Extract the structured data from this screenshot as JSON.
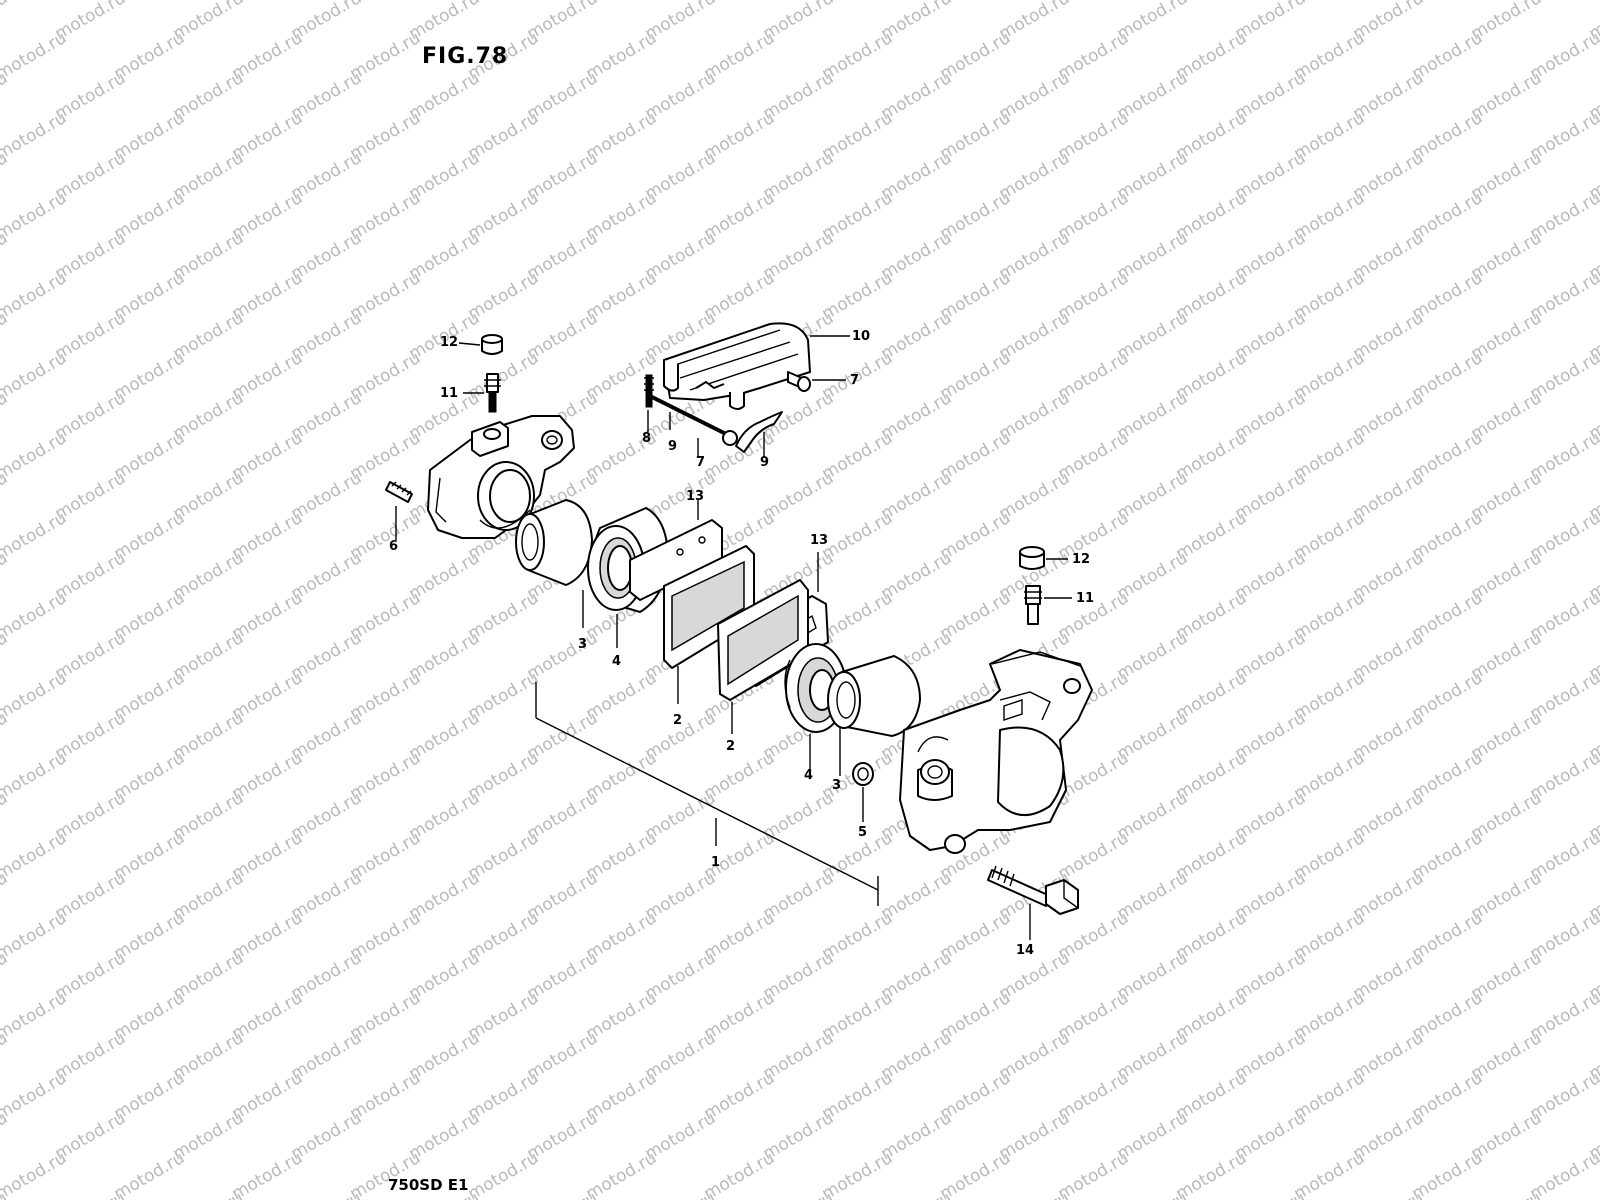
{
  "figure": {
    "title": "FIG.78",
    "footer_code": "750SD E1"
  },
  "watermark": {
    "text": "motod.ru",
    "color": "#b9b9b9"
  },
  "callouts": {
    "c12_left": "12",
    "c11_left": "11",
    "c6": "6",
    "c10": "10",
    "c7_right": "7",
    "c8": "8",
    "c9_left": "9",
    "c7_mid": "7",
    "c9_right": "9",
    "c13_left": "13",
    "c13_right": "13",
    "c3_left": "3",
    "c4_left": "4",
    "c2_left": "2",
    "c2_right": "2",
    "c4_right": "4",
    "c3_right": "3",
    "c5": "5",
    "c1": "1",
    "c12_right": "12",
    "c11_right": "11",
    "c14": "14"
  }
}
